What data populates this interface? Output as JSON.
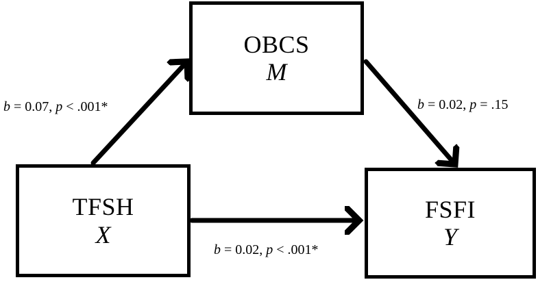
{
  "nodes": {
    "mediator": {
      "name": "OBCS",
      "role": "M"
    },
    "predictor": {
      "name": "TFSH",
      "role": "X"
    },
    "outcome": {
      "name": "FSFI",
      "role": "Y"
    }
  },
  "paths": {
    "a": {
      "b_symbol": "b",
      "b_text": " = 0.07, ",
      "p_symbol": "p",
      "p_text": " < .001*"
    },
    "b": {
      "b_symbol": "b",
      "b_text": " = 0.02, ",
      "p_symbol": "p",
      "p_text": " = .15"
    },
    "c": {
      "b_symbol": "b",
      "b_text": " = 0.02, ",
      "p_symbol": "p",
      "p_text": " < .001*"
    }
  },
  "colors": {
    "stroke": "#000000",
    "background": "#ffffff"
  }
}
